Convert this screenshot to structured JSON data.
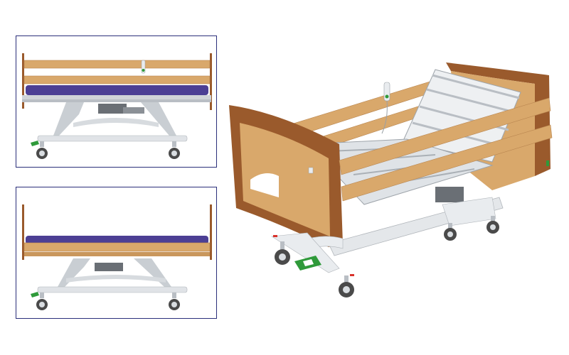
{
  "image": {
    "subject": "hospital-bed",
    "views": [
      {
        "id": "side-view-raised"
      },
      {
        "id": "side-view-lowered"
      },
      {
        "id": "perspective-view"
      }
    ]
  },
  "colors": {
    "panel_border": "#2b2f7a",
    "wood_light": "#d9a86b",
    "wood_dark": "#9a5a2c",
    "mattress": "#4c3f94",
    "frame_white": "#e9ecef",
    "frame_grey": "#b9bec4",
    "wheel_dark": "#4a4a4a",
    "pedal_green": "#2f9a3a",
    "accent_red": "#d9322b"
  }
}
